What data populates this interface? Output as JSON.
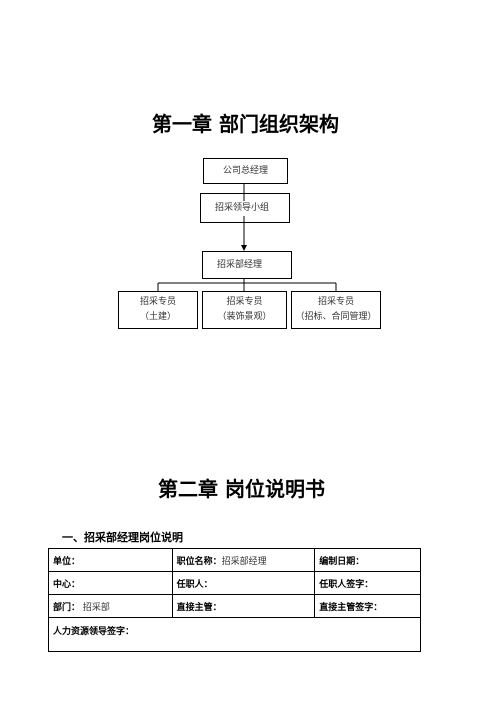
{
  "chapter1": {
    "title": "第一章  部门组织架构"
  },
  "org_chart": {
    "ceo": "公司总经理",
    "leading_group": "招采领导小组",
    "manager": "招采部经理",
    "staff": [
      {
        "line1": "招采专员",
        "line2": "（土建）"
      },
      {
        "line1": "招采专员",
        "line2": "（装饰景观）"
      },
      {
        "line1": "招采专员",
        "line2": "（招标、合同管理）"
      }
    ]
  },
  "chapter2": {
    "title": "第二章    岗位说明书"
  },
  "section1": {
    "title": "一、招采部经理岗位说明"
  },
  "job_table": {
    "row1": {
      "unit_label": "单位：",
      "position_label": "职位名称：",
      "position_value": "招采部经理",
      "date_label": "编制日期："
    },
    "row2": {
      "center_label": "中心：",
      "holder_label": "任职人：",
      "holder_sign_label": "任职人签字："
    },
    "row3": {
      "dept_label": "部门：",
      "dept_value": "招采部",
      "supervisor_label": "直接主管：",
      "supervisor_sign_label": "直接主管签字："
    },
    "row4": {
      "hr_sign_label": "人力资源领导签字："
    }
  }
}
